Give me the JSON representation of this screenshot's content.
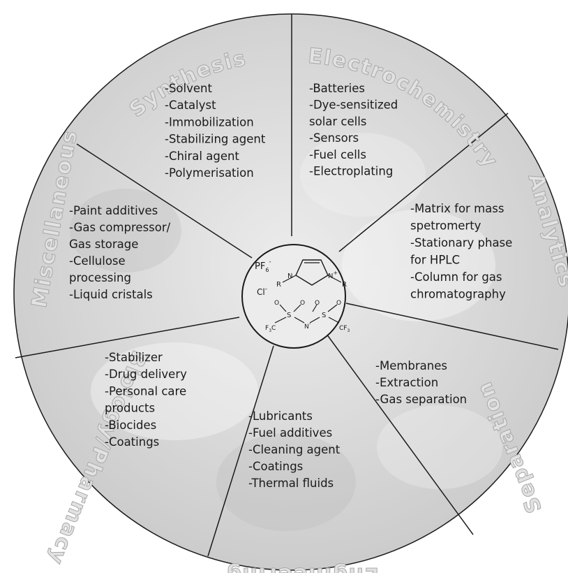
{
  "segments": [
    {
      "id": "synthesis",
      "label": "Synthesis",
      "items": [
        "-Solvent",
        "-Catalyst",
        "-Immobilization",
        "-Stabilizing agent",
        "-Chiral agent",
        "-Polymerisation"
      ]
    },
    {
      "id": "electrochemistry",
      "label": "Electrochemistry",
      "items": [
        "-Batteries",
        "-Dye-sensitized",
        "solar cells",
        "-Sensors",
        "-Fuel cells",
        "-Electroplating"
      ]
    },
    {
      "id": "analytics",
      "label": "Analytics",
      "items": [
        "-Matrix for mass",
        "spetromerty",
        "-Stationary phase",
        "for HPLC",
        "-Column for gas",
        "chromatography"
      ]
    },
    {
      "id": "separation",
      "label": "Separation",
      "items": [
        "-Membranes",
        "-Extraction",
        "-Gas separation"
      ]
    },
    {
      "id": "engineering",
      "label": "Engineering",
      "items": [
        "-Lubricants",
        "-Fuel additives",
        "-Cleaning agent",
        "-Coatings",
        "-Thermal fluids"
      ]
    },
    {
      "id": "biology",
      "label": "Biology/Pharmacy",
      "items": [
        "-Stabilizer",
        "-Drug delivery",
        "-Personal care",
        "products",
        "-Biocides",
        "-Coatings"
      ]
    },
    {
      "id": "misc",
      "label": "Miscellaneous",
      "items": [
        "-Paint additives",
        "-Gas compressor/",
        "Gas storage",
        "-Cellulose",
        "processing",
        "-Liquid cristals"
      ]
    }
  ],
  "center": {
    "anion_pf6": "PF",
    "pf6_sub": "6",
    "pf6_sup": "-",
    "cation_n_left": "N",
    "cation_n_right": "N",
    "cation_plus": "+",
    "r_left": "R",
    "r_right": "R",
    "chloride": "Cl",
    "chloride_sup": "-",
    "o1": "O",
    "o2": "O",
    "o3": "O",
    "o4": "O",
    "s_left": "S",
    "s_right": "S",
    "n_center": "N",
    "n_sup": "-",
    "cf3_left": "F",
    "cf3_left_sub": "3",
    "cf3_left_c": "C",
    "cf3_right": "CF",
    "cf3_right_sub": "3"
  },
  "colors": {
    "wheel_fill": "#d2d2d2",
    "outline": "#1a1a1a",
    "label_fill": "#e2e2e2",
    "label_stroke": "#a9a9a9"
  }
}
